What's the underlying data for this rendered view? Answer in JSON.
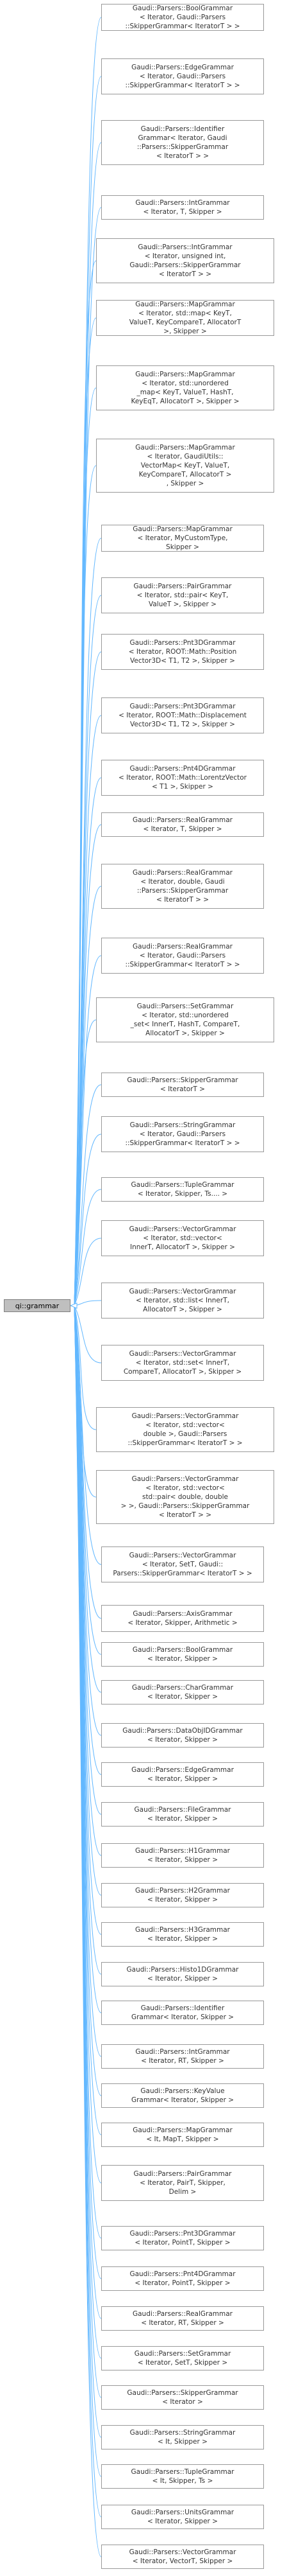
{
  "diagram": {
    "root_label": "qi::grammar",
    "derived_classes": [
      "Gaudi::Parsers::BoolGrammar\n< Iterator, Gaudi::Parsers\n::SkipperGrammar< IteratorT > >",
      "Gaudi::Parsers::EdgeGrammar\n< Iterator, Gaudi::Parsers\n::SkipperGrammar< IteratorT > >",
      "Gaudi::Parsers::Identifier\nGrammar< Iterator, Gaudi\n::Parsers::SkipperGrammar\n< IteratorT > >",
      "Gaudi::Parsers::IntGrammar\n< Iterator, T, Skipper >",
      "Gaudi::Parsers::IntGrammar\n< Iterator, unsigned int,\nGaudi::Parsers::SkipperGrammar\n< IteratorT > >",
      "Gaudi::Parsers::MapGrammar\n< Iterator, std::map< KeyT,\nValueT, KeyCompareT, AllocatorT\n>, Skipper >",
      "Gaudi::Parsers::MapGrammar\n< Iterator, std::unordered\n_map< KeyT, ValueT, HashT,\nKeyEqT, AllocatorT >, Skipper >",
      "Gaudi::Parsers::MapGrammar\n< Iterator, GaudiUtils::\nVectorMap< KeyT, ValueT,\nKeyCompareT, AllocatorT >\n, Skipper >",
      "Gaudi::Parsers::MapGrammar\n< Iterator, MyCustomType,\nSkipper >",
      "Gaudi::Parsers::PairGrammar\n< Iterator, std::pair< KeyT,\nValueT >, Skipper >",
      "Gaudi::Parsers::Pnt3DGrammar\n< Iterator, ROOT::Math::Position\nVector3D< T1, T2 >, Skipper >",
      "Gaudi::Parsers::Pnt3DGrammar\n< Iterator, ROOT::Math::Displacement\nVector3D< T1, T2 >, Skipper >",
      "Gaudi::Parsers::Pnt4DGrammar\n< Iterator, ROOT::Math::LorentzVector\n< T1 >, Skipper >",
      "Gaudi::Parsers::RealGrammar\n< Iterator, T, Skipper >",
      "Gaudi::Parsers::RealGrammar\n< Iterator, double, Gaudi\n::Parsers::SkipperGrammar\n< IteratorT > >",
      "Gaudi::Parsers::RealGrammar\n< Iterator, Gaudi::Parsers\n::SkipperGrammar< IteratorT > >",
      "Gaudi::Parsers::SetGrammar\n< Iterator, std::unordered\n_set< InnerT, HashT, CompareT,\nAllocatorT >, Skipper >",
      "Gaudi::Parsers::SkipperGrammar\n< IteratorT >",
      "Gaudi::Parsers::StringGrammar\n< Iterator, Gaudi::Parsers\n::SkipperGrammar< IteratorT > >",
      "Gaudi::Parsers::TupleGrammar\n< Iterator, Skipper, Ts.... >",
      "Gaudi::Parsers::VectorGrammar\n< Iterator, std::vector<\nInnerT, AllocatorT >, Skipper >",
      "Gaudi::Parsers::VectorGrammar\n< Iterator, std::list< InnerT,\nAllocatorT >, Skipper >",
      "Gaudi::Parsers::VectorGrammar\n< Iterator, std::set< InnerT,\nCompareT, AllocatorT >, Skipper >",
      "Gaudi::Parsers::VectorGrammar\n< Iterator, std::vector<\ndouble >, Gaudi::Parsers\n::SkipperGrammar< IteratorT > >",
      "Gaudi::Parsers::VectorGrammar\n< Iterator, std::vector<\nstd::pair< double, double\n> >, Gaudi::Parsers::SkipperGrammar\n< IteratorT > >",
      "Gaudi::Parsers::VectorGrammar\n< Iterator, SetT, Gaudi::\nParsers::SkipperGrammar< IteratorT > >",
      "Gaudi::Parsers::AxisGrammar\n< Iterator, Skipper, Arithmetic >",
      "Gaudi::Parsers::BoolGrammar\n< Iterator, Skipper >",
      "Gaudi::Parsers::CharGrammar\n< Iterator, Skipper >",
      "Gaudi::Parsers::DataObjIDGrammar\n< Iterator, Skipper >",
      "Gaudi::Parsers::EdgeGrammar\n< Iterator, Skipper >",
      "Gaudi::Parsers::FileGrammar\n< Iterator, Skipper >",
      "Gaudi::Parsers::H1Grammar\n< Iterator, Skipper >",
      "Gaudi::Parsers::H2Grammar\n< Iterator, Skipper >",
      "Gaudi::Parsers::H3Grammar\n< Iterator, Skipper >",
      "Gaudi::Parsers::Histo1DGrammar\n< Iterator, Skipper >",
      "Gaudi::Parsers::Identifier\nGrammar< Iterator, Skipper >",
      "Gaudi::Parsers::IntGrammar\n< Iterator, RT, Skipper >",
      "Gaudi::Parsers::KeyValue\nGrammar< Iterator, Skipper >",
      "Gaudi::Parsers::MapGrammar\n< It, MapT, Skipper >",
      "Gaudi::Parsers::PairGrammar\n< Iterator, PairT, Skipper,\nDelim >",
      "Gaudi::Parsers::Pnt3DGrammar\n< Iterator, PointT, Skipper >",
      "Gaudi::Parsers::Pnt4DGrammar\n< Iterator, PointT, Skipper >",
      "Gaudi::Parsers::RealGrammar\n< Iterator, RT, Skipper >",
      "Gaudi::Parsers::SetGrammar\n< Iterator, SetT, Skipper >",
      "Gaudi::Parsers::SkipperGrammar\n< Iterator >",
      "Gaudi::Parsers::StringGrammar\n< It, Skipper >",
      "Gaudi::Parsers::TupleGrammar\n< It, Skipper, Ts >",
      "Gaudi::Parsers::UnitsGrammar\n< Iterator, Skipper >",
      "Gaudi::Parsers::VectorGrammar\n< Iterator, VectorT, Skipper >"
    ],
    "colors": {
      "edge": "#63b8ff",
      "node_border": "#999999",
      "root_fill": "#bfbfbf"
    }
  }
}
